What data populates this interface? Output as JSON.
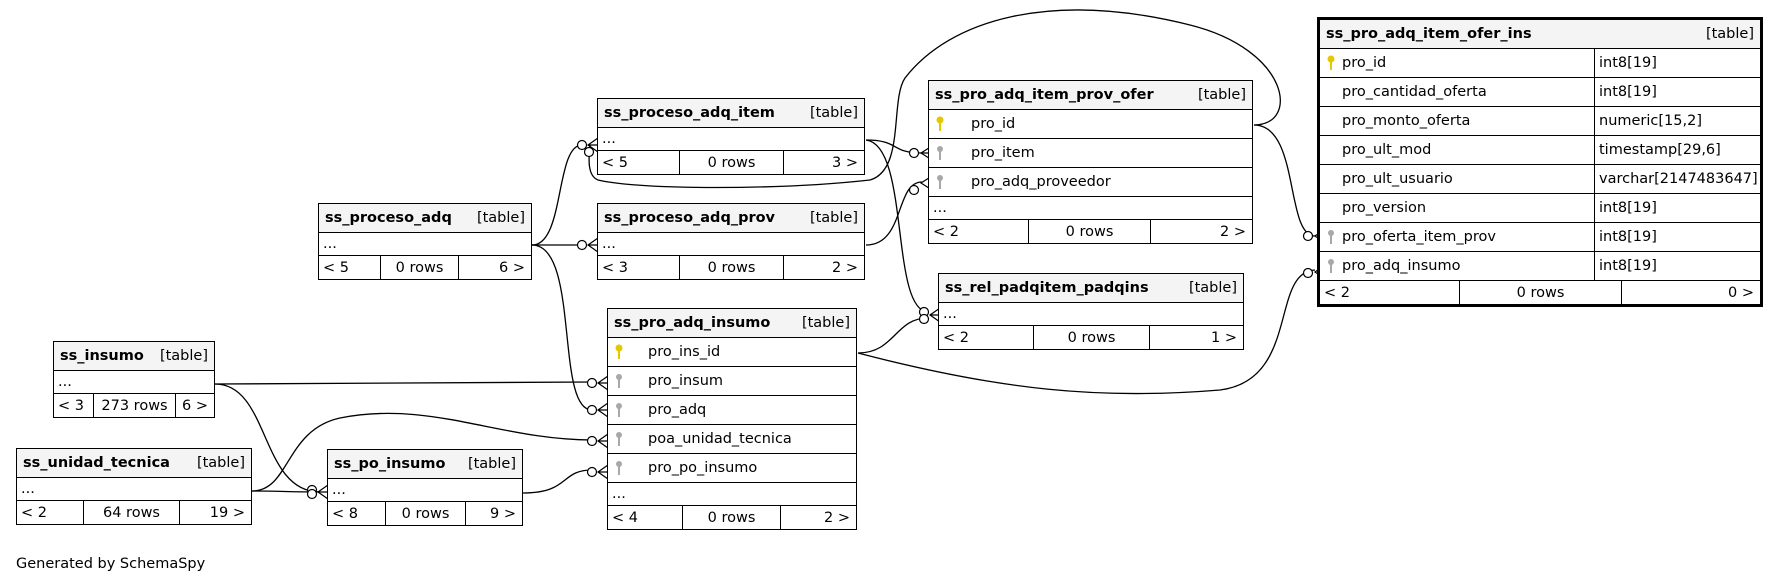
{
  "footer": "Generated by SchemaSpy",
  "tables": {
    "proceso_adq": {
      "name": "ss_proceso_adq",
      "type": "[table]",
      "ellipsis": "...",
      "parents": "< 5",
      "rows": "0 rows",
      "children": "6 >"
    },
    "proceso_adq_item": {
      "name": "ss_proceso_adq_item",
      "type": "[table]",
      "ellipsis": "...",
      "parents": "< 5",
      "rows": "0 rows",
      "children": "3 >"
    },
    "proceso_adq_prov": {
      "name": "ss_proceso_adq_prov",
      "type": "[table]",
      "ellipsis": "...",
      "parents": "< 3",
      "rows": "0 rows",
      "children": "2 >"
    },
    "insumo": {
      "name": "ss_insumo",
      "type": "[table]",
      "ellipsis": "...",
      "parents": "< 3",
      "rows": "273 rows",
      "children": "6 >"
    },
    "unidad_tecnica": {
      "name": "ss_unidad_tecnica",
      "type": "[table]",
      "ellipsis": "...",
      "parents": "< 2",
      "rows": "64 rows",
      "children": "19 >"
    },
    "po_insumo": {
      "name": "ss_po_insumo",
      "type": "[table]",
      "ellipsis": "...",
      "parents": "< 8",
      "rows": "0 rows",
      "children": "9 >"
    },
    "pro_adq_insumo": {
      "name": "ss_pro_adq_insumo",
      "type": "[table]",
      "ellipsis": "...",
      "parents": "< 4",
      "rows": "0 rows",
      "children": "2 >",
      "columns": [
        {
          "name": "pro_ins_id",
          "key": "primary"
        },
        {
          "name": "pro_insum",
          "key": "foreign"
        },
        {
          "name": "pro_adq",
          "key": "foreign"
        },
        {
          "name": "poa_unidad_tecnica",
          "key": "foreign"
        },
        {
          "name": "pro_po_insumo",
          "key": "foreign"
        }
      ]
    },
    "item_prov_ofer": {
      "name": "ss_pro_adq_item_prov_ofer",
      "type": "[table]",
      "ellipsis": "...",
      "parents": "< 2",
      "rows": "0 rows",
      "children": "2 >",
      "columns": [
        {
          "name": "pro_id",
          "key": "primary"
        },
        {
          "name": "pro_item",
          "key": "foreign"
        },
        {
          "name": "pro_adq_proveedor",
          "key": "foreign"
        }
      ]
    },
    "rel_padqitem": {
      "name": "ss_rel_padqitem_padqins",
      "type": "[table]",
      "ellipsis": "...",
      "parents": "< 2",
      "rows": "0 rows",
      "children": "1 >"
    },
    "item_ofer_ins": {
      "name": "ss_pro_adq_item_ofer_ins",
      "type": "[table]",
      "parents": "< 2",
      "rows": "0 rows",
      "children": "0 >",
      "columns": [
        {
          "name": "pro_id",
          "datatype": "int8[19]",
          "key": "primary"
        },
        {
          "name": "pro_cantidad_oferta",
          "datatype": "int8[19]",
          "key": "none"
        },
        {
          "name": "pro_monto_oferta",
          "datatype": "numeric[15,2]",
          "key": "none"
        },
        {
          "name": "pro_ult_mod",
          "datatype": "timestamp[29,6]",
          "key": "none"
        },
        {
          "name": "pro_ult_usuario",
          "datatype": "varchar[2147483647]",
          "key": "none"
        },
        {
          "name": "pro_version",
          "datatype": "int8[19]",
          "key": "none"
        },
        {
          "name": "pro_oferta_item_prov",
          "datatype": "int8[19]",
          "key": "foreign"
        },
        {
          "name": "pro_adq_insumo",
          "datatype": "int8[19]",
          "key": "foreign"
        }
      ]
    }
  },
  "colors": {
    "primary_key": "#e6c800",
    "foreign_key": "#a8a8a8",
    "header_bg": "#f4f4f4"
  }
}
